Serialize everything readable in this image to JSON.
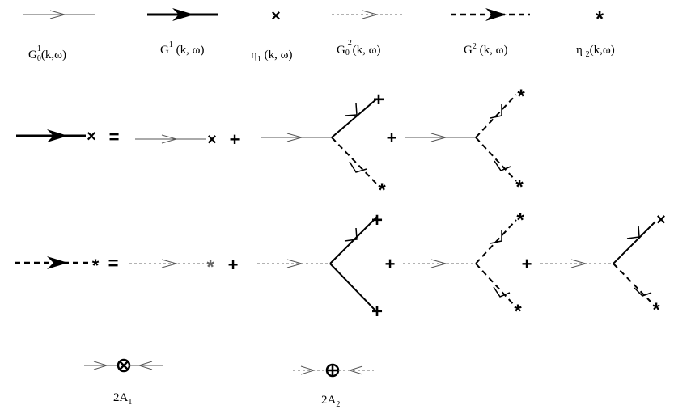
{
  "legend": {
    "g0_1": {
      "main": "G",
      "sub": "0",
      "sup": "1",
      "arg": "(k,ω)"
    },
    "g_1": {
      "main": "G",
      "sup": "1",
      "arg": " (k, ω)"
    },
    "eta_1": {
      "main": "η",
      "sub": "1",
      "arg": " (k, ω)"
    },
    "g0_2": {
      "main": "G",
      "sub": "0",
      "sup": "2",
      "arg": " (k, ω)"
    },
    "g_2": {
      "main": "G",
      "sup": "2",
      "arg": " (k, ω)"
    },
    "eta_2": {
      "main": "η ",
      "sub": "2",
      "arg": "(k,ω)"
    }
  },
  "symbols": {
    "cross": "×",
    "star": "*",
    "plus_vertex": "+",
    "equals": "=",
    "plus": "+"
  },
  "bottom_labels": {
    "a1": {
      "main": "2A",
      "sub": "1"
    },
    "a2": {
      "main": "2A",
      "sub": "2"
    }
  }
}
